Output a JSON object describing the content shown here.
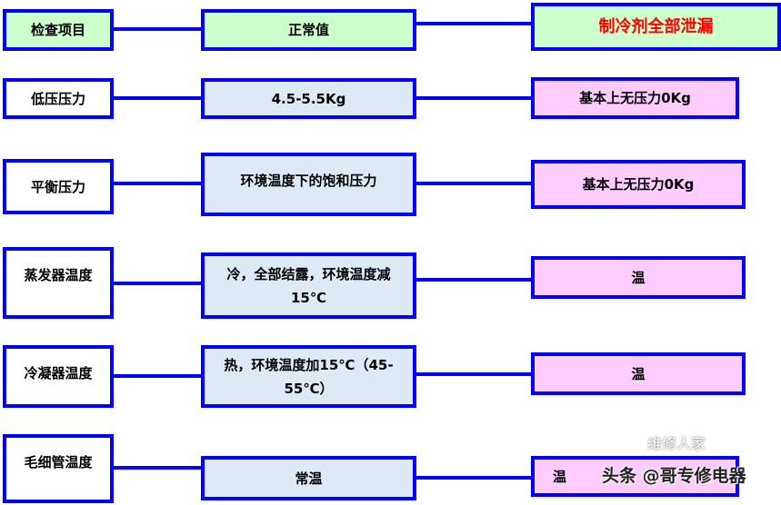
{
  "header": {
    "item": "检查项目",
    "normal": "正常值",
    "fault": "制冷剂全部泄漏"
  },
  "rows": [
    {
      "item": "低压压力",
      "normal": "4.5-5.5Kg",
      "fault": "基本上无压力0Kg"
    },
    {
      "item": "平衡压力",
      "normal": "环境温度下的饱和压力",
      "fault": "基本上无压力0Kg"
    },
    {
      "item": "蒸发器温度",
      "normal": "冷，全部结露，环境温度减15℃",
      "fault": "温"
    },
    {
      "item": "冷凝器温度",
      "normal": "热，环境温度加15℃（45-55℃）",
      "fault": "温"
    },
    {
      "item": "毛细管温度",
      "normal": "常温",
      "fault": "温"
    }
  ],
  "watermark": {
    "main": "头条 @哥专修电器",
    "sub": "维修人家"
  },
  "colors": {
    "border": "#0000ff",
    "header_bg": "#ccffcc",
    "normal_bg": "#ddeaf6",
    "fault_bg": "#ffccff",
    "fault_title": "#ff0000"
  }
}
